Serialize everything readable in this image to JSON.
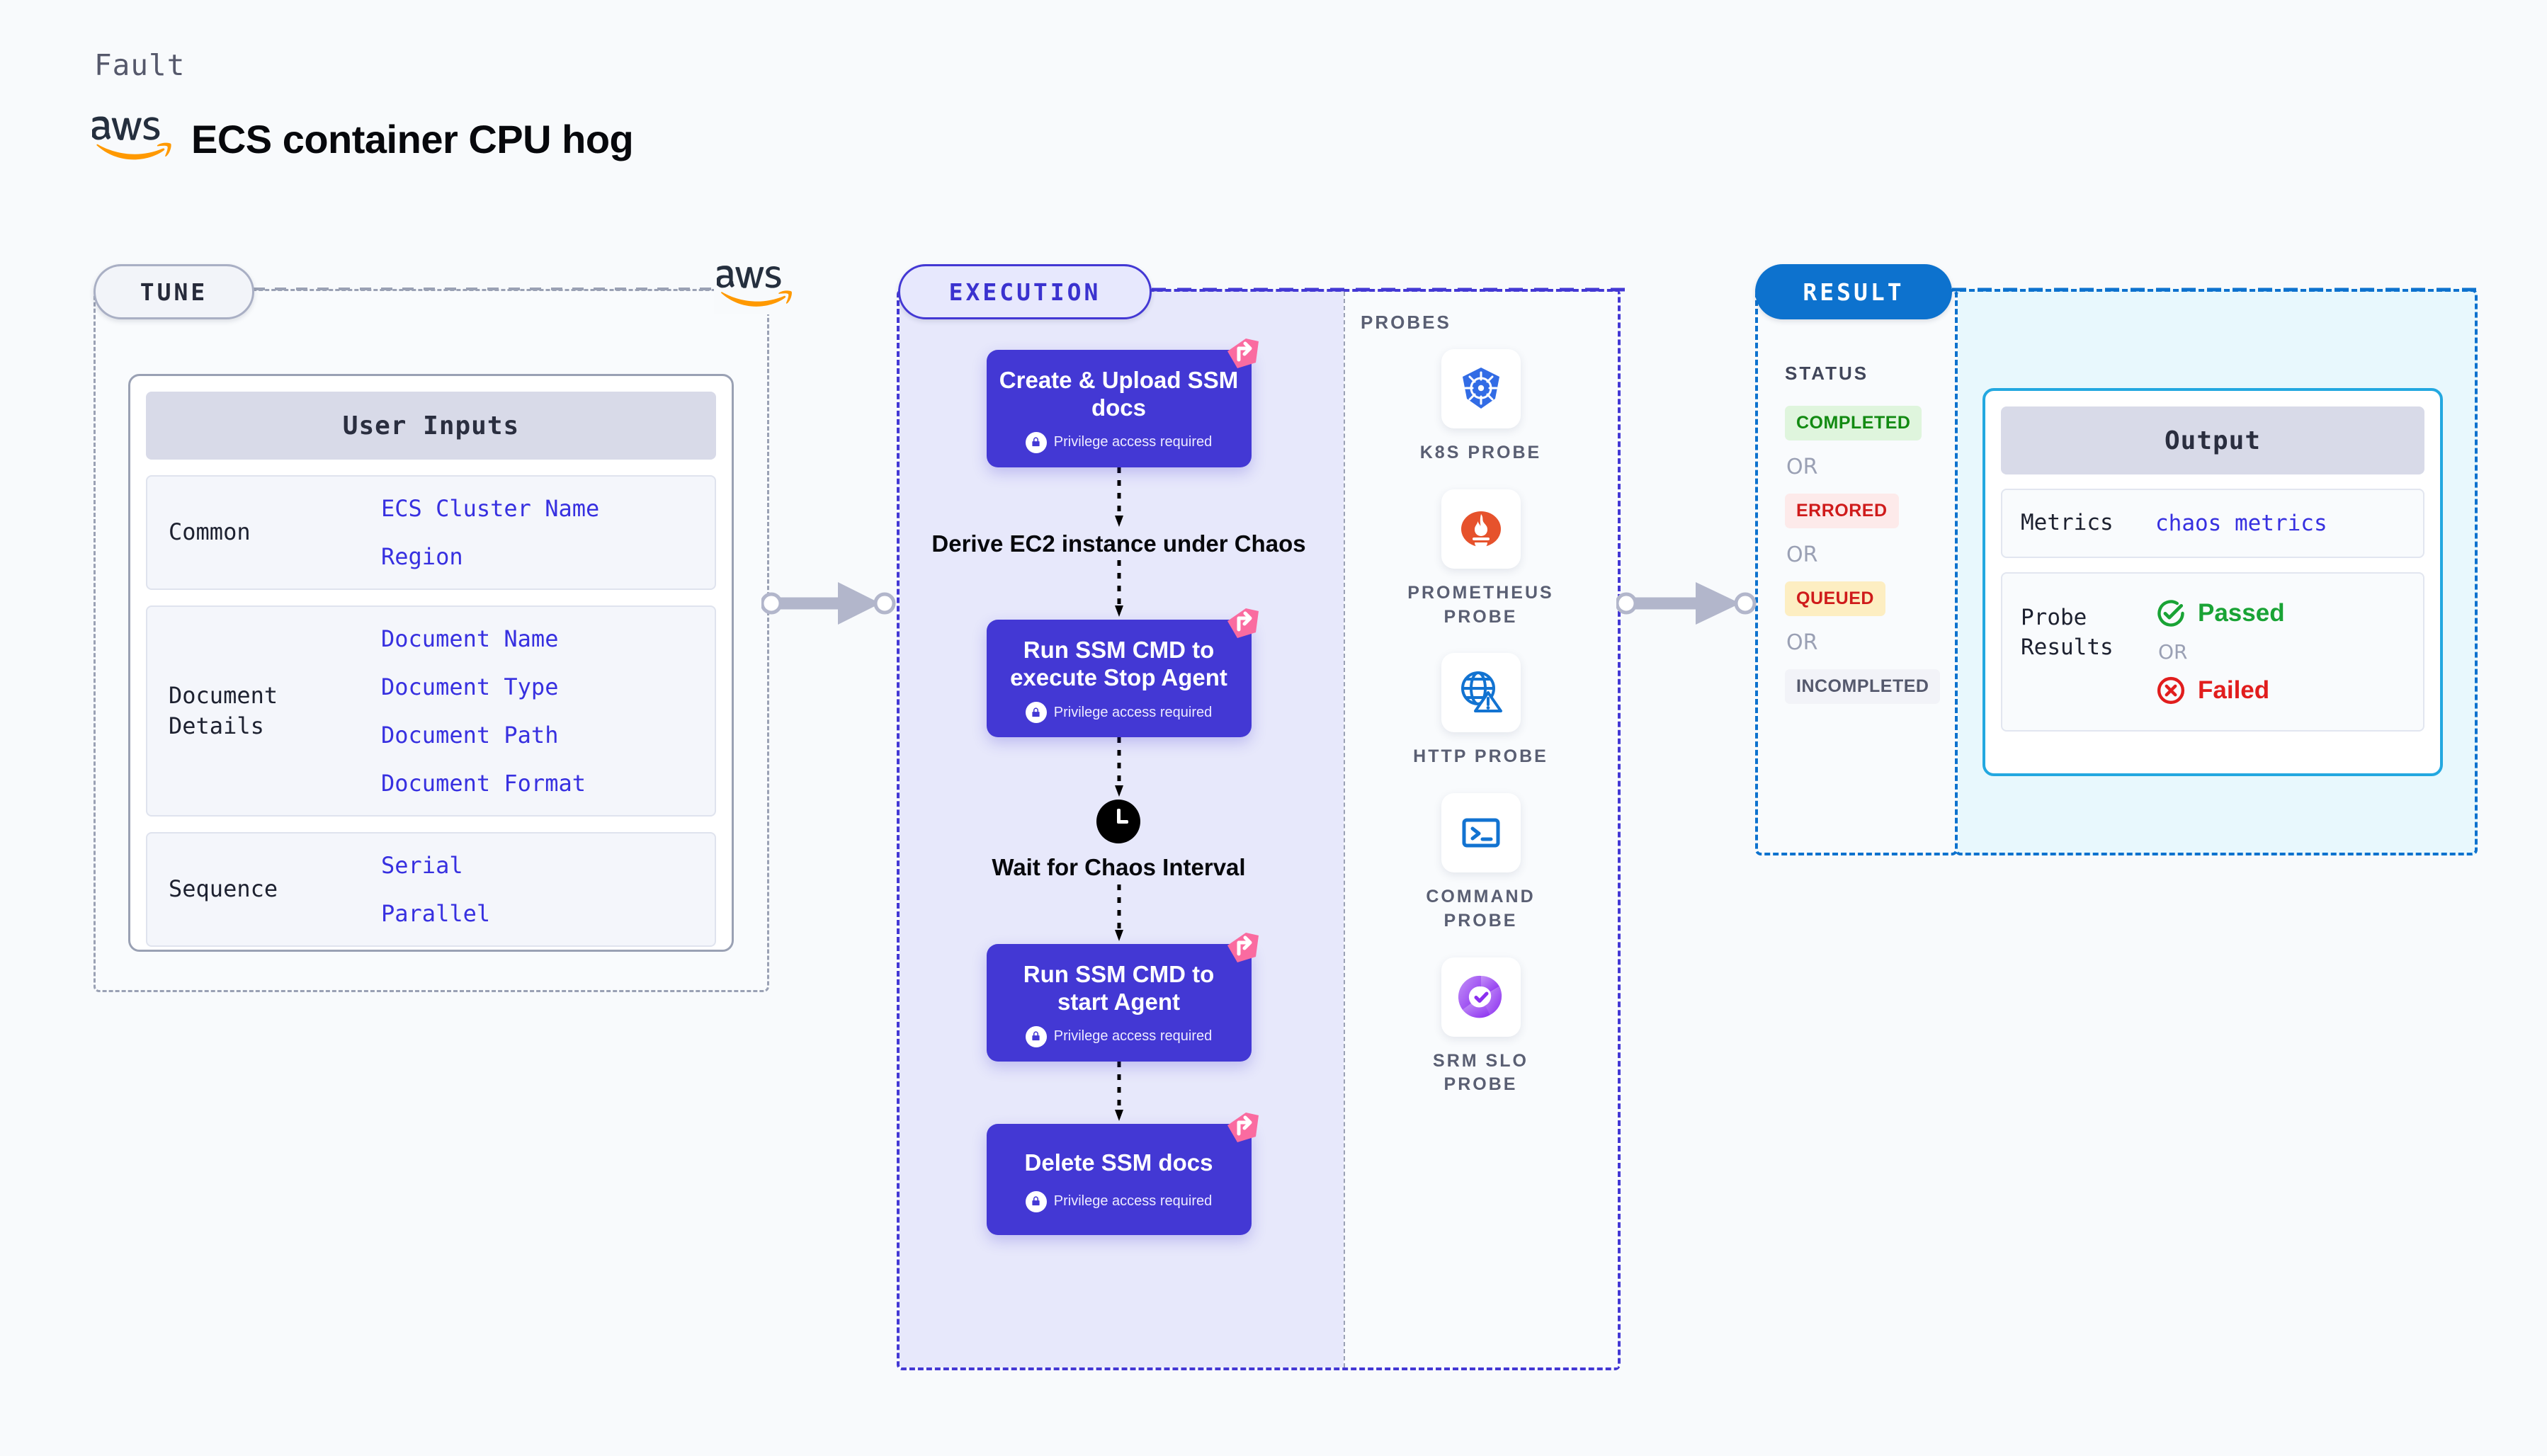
{
  "header": {
    "eyebrow": "Fault",
    "title": "ECS container CPU hog",
    "provider_icon": "aws-logo"
  },
  "tune": {
    "pill_label": "TUNE",
    "corner_icon": "aws-logo",
    "card_title": "User Inputs",
    "groups": [
      {
        "key": "Common",
        "values": [
          "ECS Cluster Name",
          "Region"
        ]
      },
      {
        "key": "Document\nDetails",
        "values": [
          "Document Name",
          "Document Type",
          "Document Path",
          "Document Format"
        ]
      },
      {
        "key": "Sequence",
        "values": [
          "Serial",
          "Parallel"
        ]
      }
    ]
  },
  "execution": {
    "pill_label": "EXECUTION",
    "privilege_note": "Privilege access required",
    "steps": [
      {
        "type": "action",
        "title": "Create & Upload SSM docs",
        "privilege": true,
        "badge": "litmus-chaos-badge"
      },
      {
        "type": "plain",
        "title": "Derive EC2 instance under Chaos",
        "icon": ""
      },
      {
        "type": "action",
        "title": "Run SSM CMD to execute Stop Agent",
        "privilege": true,
        "badge": "litmus-chaos-badge"
      },
      {
        "type": "plain",
        "title": "Wait for Chaos Interval",
        "icon": "clock-icon"
      },
      {
        "type": "action",
        "title": "Run SSM CMD to start Agent",
        "privilege": true,
        "badge": "litmus-chaos-badge"
      },
      {
        "type": "action",
        "title": "Delete SSM docs",
        "privilege": true,
        "badge": "litmus-chaos-badge"
      }
    ]
  },
  "probes": {
    "title": "PROBES",
    "items": [
      {
        "label": "K8S PROBE",
        "icon": "kubernetes-icon"
      },
      {
        "label": "PROMETHEUS PROBE",
        "icon": "prometheus-icon"
      },
      {
        "label": "HTTP PROBE",
        "icon": "http-globe-icon"
      },
      {
        "label": "COMMAND PROBE",
        "icon": "terminal-icon"
      },
      {
        "label": "SRM SLO PROBE",
        "icon": "srm-slo-icon"
      }
    ]
  },
  "result": {
    "pill_label": "RESULT",
    "status_title": "STATUS",
    "or_label": "OR",
    "statuses": [
      {
        "label": "COMPLETED",
        "bg": "#dff5dd",
        "fg": "#128a12"
      },
      {
        "label": "ERRORED",
        "bg": "#fdeaea",
        "fg": "#cf1b1b"
      },
      {
        "label": "QUEUED",
        "bg": "#fdeec2",
        "fg": "#cf1b1b"
      },
      {
        "label": "INCOMPLETED",
        "bg": "#f2f3f8",
        "fg": "#55596d"
      }
    ],
    "output": {
      "card_title": "Output",
      "metrics_key": "Metrics",
      "metrics_value": "chaos metrics",
      "probe_results_key": "Probe\nResults",
      "passed_label": "Passed",
      "failed_label": "Failed",
      "or_label": "OR",
      "passed_icon": "check-circle-icon",
      "failed_icon": "x-circle-icon"
    }
  },
  "connectors": {
    "tune_to_execution": "arrow-right",
    "execution_to_result": "arrow-right"
  },
  "colors": {
    "accent_indigo": "#4338d4",
    "accent_blue": "#0d72ce",
    "accent_cyan": "#23a8e0",
    "chaos_pink": "#fa6ba0",
    "page_bg": "#f8fafc"
  }
}
